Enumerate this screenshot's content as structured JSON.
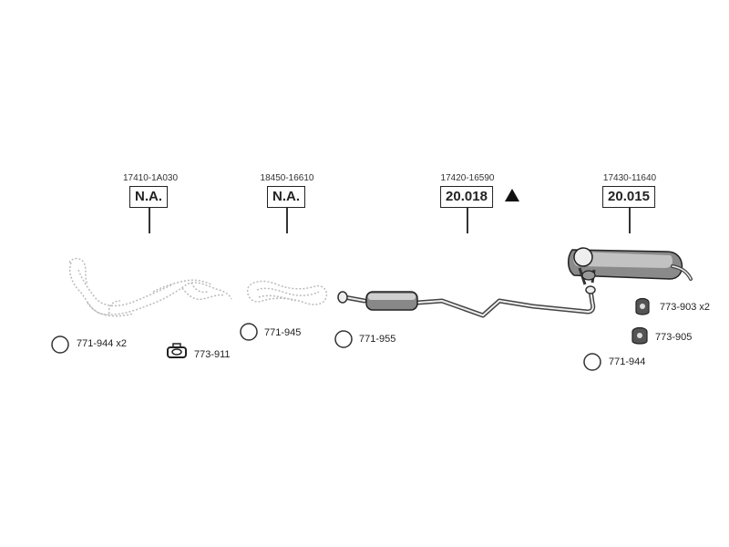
{
  "columns": [
    {
      "part_number": "17410-1A030",
      "code": "N.A."
    },
    {
      "part_number": "18450-16610",
      "code": "N.A."
    },
    {
      "part_number": "17420-16590",
      "code": "20.018"
    },
    {
      "part_number": "17430-11640",
      "code": "20.015"
    }
  ],
  "accessories": [
    {
      "label": "771-944 x2",
      "icon": "ring-icon"
    },
    {
      "label": "773-911",
      "icon": "hanger-bracket-icon"
    },
    {
      "label": "771-945",
      "icon": "ring-icon"
    },
    {
      "label": "771-955",
      "icon": "ring-icon"
    },
    {
      "label": "773-903 x2",
      "icon": "rubber-mount-icon"
    },
    {
      "label": "773-905",
      "icon": "rubber-mount-icon"
    },
    {
      "label": "771-944",
      "icon": "ring-icon"
    }
  ]
}
